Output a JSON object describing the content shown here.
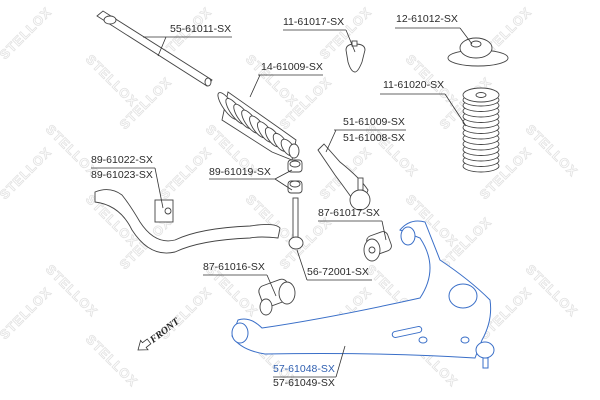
{
  "watermark": "STELLOX",
  "front_label": "FRONT",
  "colors": {
    "highlight": "#2f5fb0",
    "text": "#2a2a2a",
    "watermark": "#e2e2e2"
  },
  "parts": {
    "tie_rod": "55-61011-SX",
    "bump_stop": "11-61017-SX",
    "strut_mount": "12-61012-SX",
    "steering_boot": "14-61009-SX",
    "dust_boot": "11-61020-SX",
    "tie_rod_end_1": "51-61009-SX",
    "tie_rod_end_2": "51-61008-SX",
    "stab_bushing_1": "89-61022-SX",
    "stab_bushing_2": "89-61023-SX",
    "link_bushing": "89-61019-SX",
    "arm_bushing_rear": "87-61017-SX",
    "arm_bushing_front": "87-61016-SX",
    "stab_link": "56-72001-SX",
    "control_arm_1": "57-61048-SX",
    "control_arm_2": "57-61049-SX"
  }
}
